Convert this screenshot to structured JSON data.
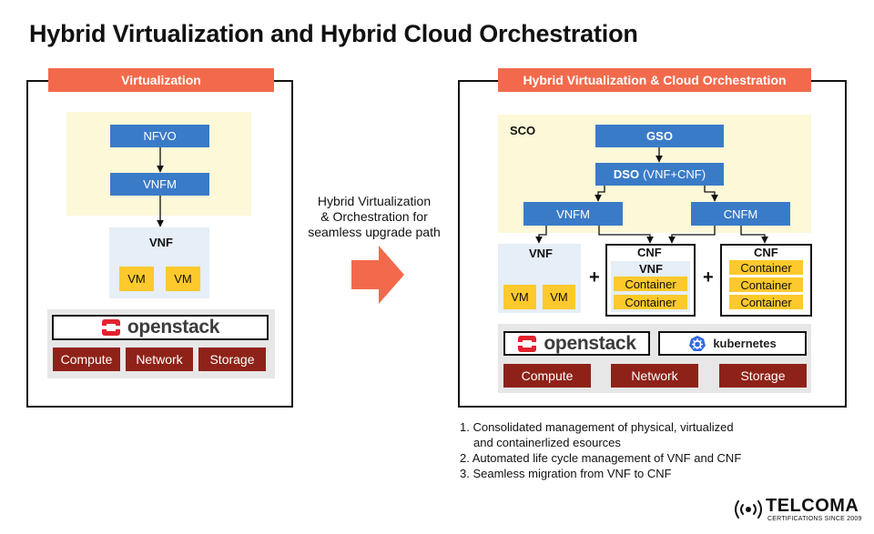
{
  "page_title": "Hybrid Virtualization and Hybrid Cloud Orchestration",
  "left_panel": {
    "banner": "Virtualization",
    "nfvo": "NFVO",
    "vnfm": "VNFM",
    "vnf_label": "VNF",
    "vms": [
      "VM",
      "VM"
    ],
    "openstack": "openstack",
    "resources": [
      "Compute",
      "Network",
      "Storage"
    ]
  },
  "transition_text": [
    "Hybrid Virtualization",
    "& Orchestration for",
    "seamless upgrade path"
  ],
  "right_panel": {
    "banner": "Hybrid Virtualization & Cloud Orchestration",
    "sco_label": "SCO",
    "gso": "GSO",
    "dso": "DSO",
    "dso_suffix": "(VNF+CNF)",
    "vnfm": "VNFM",
    "cnfm": "CNFM",
    "vnf_label": "VNF",
    "vms": [
      "VM",
      "VM"
    ],
    "plus_sign": "+",
    "cnf_1": {
      "label": "CNF",
      "sublabel": "VNF",
      "containers": [
        "Container",
        "Container"
      ]
    },
    "cnf_2": {
      "label": "CNF",
      "containers": [
        "Container",
        "Container",
        "Container"
      ]
    },
    "openstack": "openstack",
    "kubernetes": "kubernetes",
    "resources": [
      "Compute",
      "Network",
      "Storage"
    ]
  },
  "notes": [
    "1. Consolidated management of physical, virtualized",
    "and containerlized esources",
    "2. Automated life cycle management of VNF and CNF",
    "3. Seamless migration from VNF to CNF"
  ],
  "brand": {
    "name": "TELCOMA",
    "tagline": "CERTIFICATIONS SINCE 2009"
  },
  "colors": {
    "banner": "#f26a4b",
    "blue_box": "#3a7bc8",
    "vm_yellow": "#fdc92c",
    "resource_red": "#8f2218",
    "pale_yellow": "#fcf8d8",
    "pale_blue": "#e6eef7",
    "gray_zone": "#e7e7e7",
    "openstack_red": "#e3232d",
    "kubernetes_blue": "#326ce5",
    "arrow_orange": "#f26a4b"
  },
  "icons": [
    "openstack-logo-icon",
    "kubernetes-wheel-icon",
    "signal-waves-icon",
    "right-arrow-icon"
  ]
}
